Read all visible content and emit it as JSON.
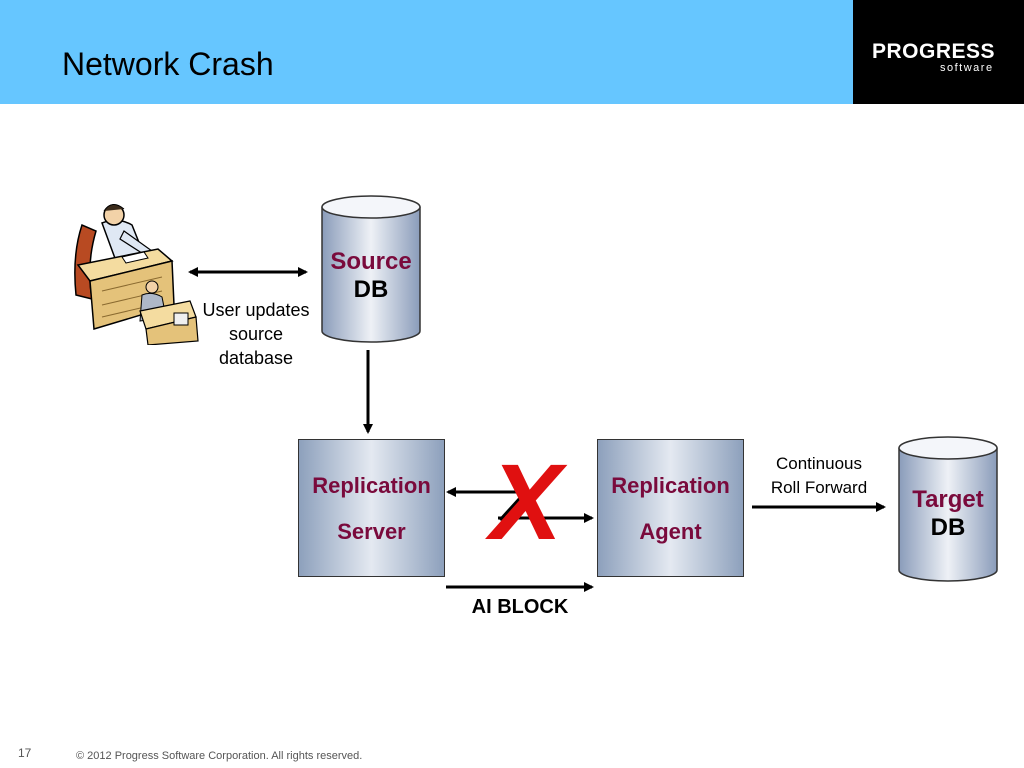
{
  "slide": {
    "title": "Network Crash",
    "page_number": "17",
    "copyright": "© 2012 Progress Software Corporation. All rights reserved."
  },
  "logo": {
    "main": "PROGRESS",
    "sub": "software"
  },
  "nodes": {
    "source_db": {
      "line1": "Source",
      "line2": "DB"
    },
    "target_db": {
      "line1": "Target",
      "line2": "DB"
    },
    "replication_server": {
      "line1": "Replication",
      "line2": "Server"
    },
    "replication_agent": {
      "line1": "Replication",
      "line2": "Agent"
    }
  },
  "labels": {
    "user_updates_1": "User updates",
    "user_updates_2": "source",
    "user_updates_3": "database",
    "roll_forward_1": "Continuous",
    "roll_forward_2": "Roll Forward",
    "ai_block": "AI BLOCK",
    "crash_mark": "X"
  },
  "colors": {
    "header_blue": "#66c6ff",
    "node_label": "#7a0a3c",
    "crash_red": "#e01010"
  },
  "icons": {
    "user": "office-worker-at-desk-clipart"
  }
}
